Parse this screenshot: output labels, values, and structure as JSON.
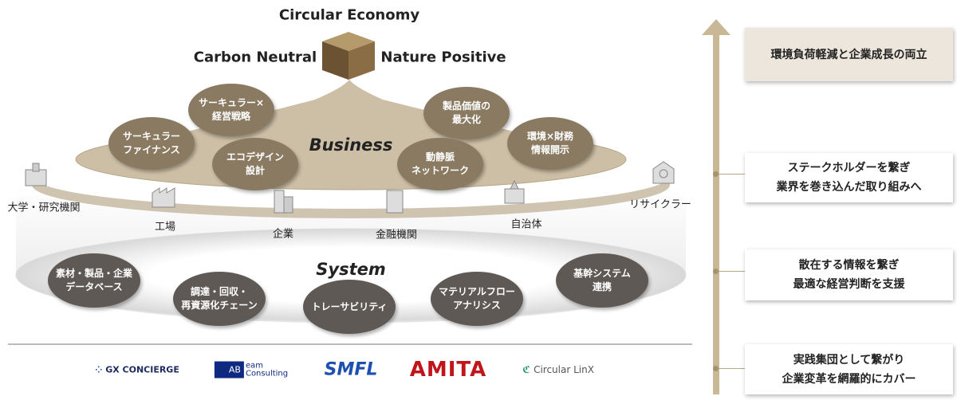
{
  "top": {
    "circular": "Circular Economy",
    "carbon": "Carbon Neutral",
    "nature": "Nature Positive"
  },
  "business": {
    "title": "Business",
    "bubbles": [
      "サーキュラー×\n経営戦略",
      "製品価値の\n最大化",
      "サーキュラー\nファイナンス",
      "環境×財務\n情報開示",
      "エコデザイン\n設計",
      "動静脈\nネットワーク"
    ]
  },
  "stakeholders": [
    "大学・研究機関",
    "工場",
    "企業",
    "金融機関",
    "自治体",
    "リサイクラー"
  ],
  "system": {
    "title": "System",
    "bubbles": [
      "素材・製品・企業\nデータベース",
      "調達・回収・\n再資源化チェーン",
      "トレーサビリティ",
      "マテリアルフロー\nアナリシス",
      "基幹システム\n連携"
    ]
  },
  "logos": [
    "GX CONCIERGE",
    "AB",
    "eam",
    "Consulting",
    "SMFL",
    "AMITA",
    "Circular LinX"
  ],
  "right": [
    "環境負荷軽減と企業成長の両立",
    "ステークホルダーを繋ぎ\n業界を巻き込んだ取り組みへ",
    "散在する情報を繋ぎ\n最適な経営判断を支援",
    "実践集団として繋がり\n企業変革を網羅的にカバー"
  ],
  "colors": {
    "accent": "#a7926c",
    "business": "#8a7a62",
    "system": "#5e5955"
  }
}
